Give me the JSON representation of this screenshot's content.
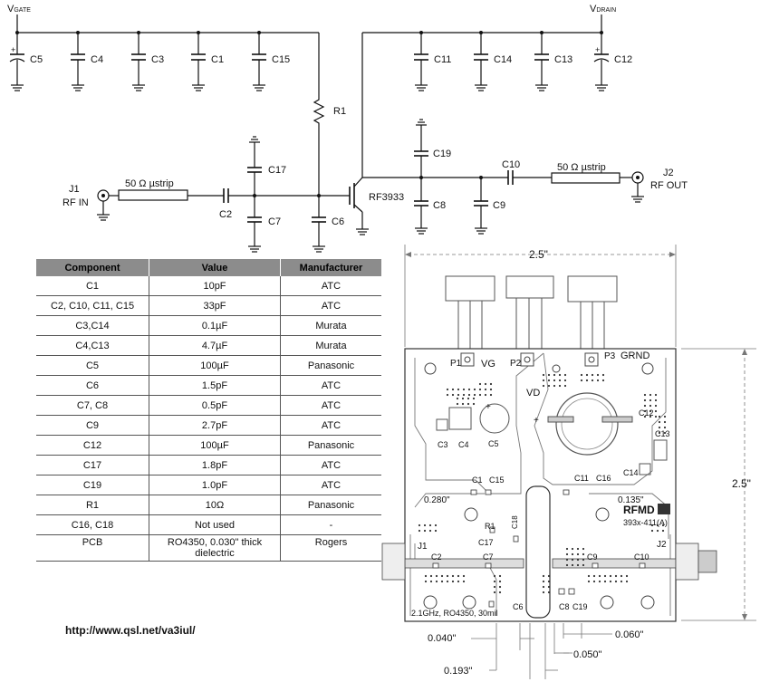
{
  "schematic": {
    "vgate_main": "V",
    "vgate_sub": "GATE",
    "vdrain_main": "V",
    "vdrain_sub": "DRAIN",
    "gate_caps": [
      "C5",
      "C4",
      "C3",
      "C1",
      "C15"
    ],
    "drain_caps": [
      "C11",
      "C14",
      "C13",
      "C12"
    ],
    "r1": "R1",
    "c17": "C17",
    "c7": "C7",
    "c6": "C6",
    "c2": "C2",
    "c19": "C19",
    "c8": "C8",
    "c9": "C9",
    "c10": "C10",
    "device": "RF3933",
    "j1": "J1",
    "rf_in": "RF IN",
    "j2": "J2",
    "rf_out": "RF OUT",
    "strip_in": "50 Ω µstrip",
    "strip_out": "50 Ω µstrip",
    "plus": "+"
  },
  "bom": {
    "headers": [
      "Component",
      "Value",
      "Manufacturer"
    ],
    "rows": [
      [
        "C1",
        "10pF",
        "ATC"
      ],
      [
        "C2, C10, C11, C15",
        "33pF",
        "ATC"
      ],
      [
        "C3,C14",
        "0.1µF",
        "Murata"
      ],
      [
        "C4,C13",
        "4.7µF",
        "Murata"
      ],
      [
        "C5",
        "100µF",
        "Panasonic"
      ],
      [
        "C6",
        "1.5pF",
        "ATC"
      ],
      [
        "C7, C8",
        "0.5pF",
        "ATC"
      ],
      [
        "C9",
        "2.7pF",
        "ATC"
      ],
      [
        "C12",
        "100µF",
        "Panasonic"
      ],
      [
        "C17",
        "1.8pF",
        "ATC"
      ],
      [
        "C19",
        "1.0pF",
        "ATC"
      ],
      [
        "R1",
        "10Ω",
        "Panasonic"
      ],
      [
        "C16, C18",
        "Not used",
        "-"
      ],
      [
        "PCB",
        "RO4350, 0.030\" thick",
        "Rogers"
      ]
    ],
    "pcb_value_line2": "dielectric"
  },
  "pcb": {
    "dim_top": "2.5\"",
    "dim_right": "2.5\"",
    "p1": "P1",
    "vg": "VG",
    "p2": "P2",
    "vd": "VD",
    "p3": "P3",
    "grnd": "GRND",
    "c3": "C3",
    "c4": "C4",
    "c5": "C5",
    "c12": "C12",
    "c13": "C13",
    "c14": "C14",
    "c1": "C1",
    "c15": "C15",
    "c11": "C11",
    "c16": "C16",
    "dim_0280": "0.280\"",
    "dim_0135": "0.135\"",
    "r1": "R1",
    "c18": "C18",
    "c17": "C17",
    "j1": "J1",
    "c2": "C2",
    "c7": "C7",
    "c9": "C9",
    "c10": "C10",
    "j2": "J2",
    "c6": "C6",
    "c8": "C8",
    "c19": "C19",
    "logo": "RFMD",
    "board_id": "393x-411(A)",
    "board_note": "2.1GHz, RO4350, 30mil",
    "dim_0040": "0.040\"",
    "dim_0060": "0.060\"",
    "dim_0050": "0.050\"",
    "dim_0193": "0.193\""
  },
  "footer": {
    "url": "http://www.qsl.net/va3iul/"
  }
}
